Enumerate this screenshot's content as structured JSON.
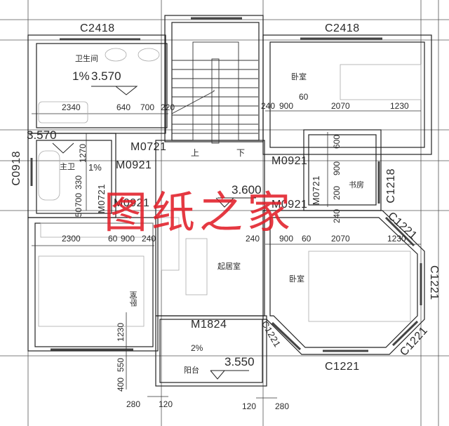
{
  "watermark": "图纸之家",
  "rooms": {
    "bathroom": "卫生间",
    "master_bath": "主卫",
    "bedroom_ne": "卧室",
    "study": "书房",
    "bedroom_sw": "卧室",
    "living": "起居室",
    "bedroom_se": "卧室",
    "balcony": "阳台"
  },
  "stairs": {
    "up": "上",
    "down": "下"
  },
  "windows": {
    "top_left": "C2418",
    "top_right": "C2418",
    "west": "C0918",
    "study": "C1218",
    "se_ne_diag": "C1221",
    "se_east": "C1221",
    "se_se_diag": "C1221",
    "se_south": "C1221",
    "se_sw_diag": "C1221"
  },
  "doors": {
    "d1": "M0721",
    "d2": "M0921",
    "d3": "M0921",
    "d4": "M0921",
    "d5": "M0921",
    "d6": "M0721",
    "d7": "M0721",
    "balcony": "M1824"
  },
  "elevations": {
    "bathroom": "3.570",
    "master_bath": "3.570",
    "living": "3.600",
    "balcony": "3.550"
  },
  "slopes": {
    "bathroom": "1%",
    "master_bath": "1%",
    "balcony": "2%"
  },
  "dimensions": {
    "row_top_left": [
      "2340",
      "640",
      "700",
      "220"
    ],
    "row_top_right": [
      "240",
      "900",
      "60",
      "2070",
      "1230"
    ],
    "row_mid_left": [
      "2300",
      "60",
      "900",
      "240"
    ],
    "row_mid_right": [
      "240",
      "900",
      "60",
      "2070",
      "1230"
    ],
    "master_bath_vert": [
      "1270",
      "330",
      "700",
      "50"
    ],
    "study_vert": [
      "600",
      "900",
      "200",
      "240"
    ],
    "sw_bed_vert": [
      "1230",
      "550",
      "400"
    ],
    "balcony_bottom": [
      "280",
      "120",
      "120",
      "280"
    ]
  }
}
